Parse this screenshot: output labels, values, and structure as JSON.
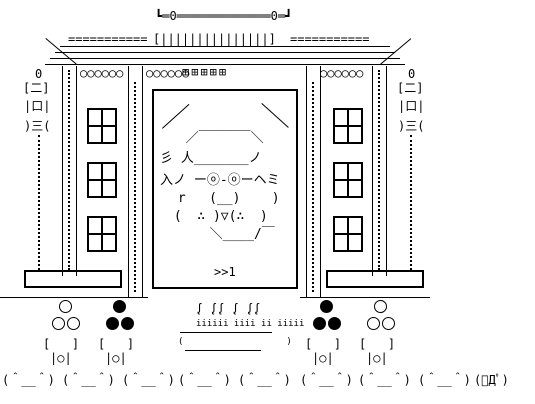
{
  "art": {
    "roof_top": "┗═0═════════════0═┛",
    "roof_bar": "[|||||||||||||||]",
    "roof_eq": "===========",
    "circles_row": "○○○○○○",
    "windows_row": "⊞⊞⊞⊞⊞",
    "label_0": "0",
    "side_box": "[二]",
    "side_box2": "|口|",
    "side_box3": ")三(",
    "counter": ">>1",
    "steam": "ᶘ ᶘᶘ ᶘ ᶘᶘ",
    "bowl_text": "iiiiii iiii ii iiiii",
    "bowl": "(                   )",
    "bracket": "[   ]",
    "cup": "|○|",
    "crowd": "(＾__＾)",
    "crowd_last": "(ﾟДﾟ)",
    "face_lines": [
      "  ／￣￣￣￣＼",
      "彡 人_______ノ",
      "入ノ ーⓞ-ⓞーヘミ",
      " r   (__)    )",
      " (  ∴ )▽(∴  )",
      "  ＼____/￣"
    ]
  }
}
